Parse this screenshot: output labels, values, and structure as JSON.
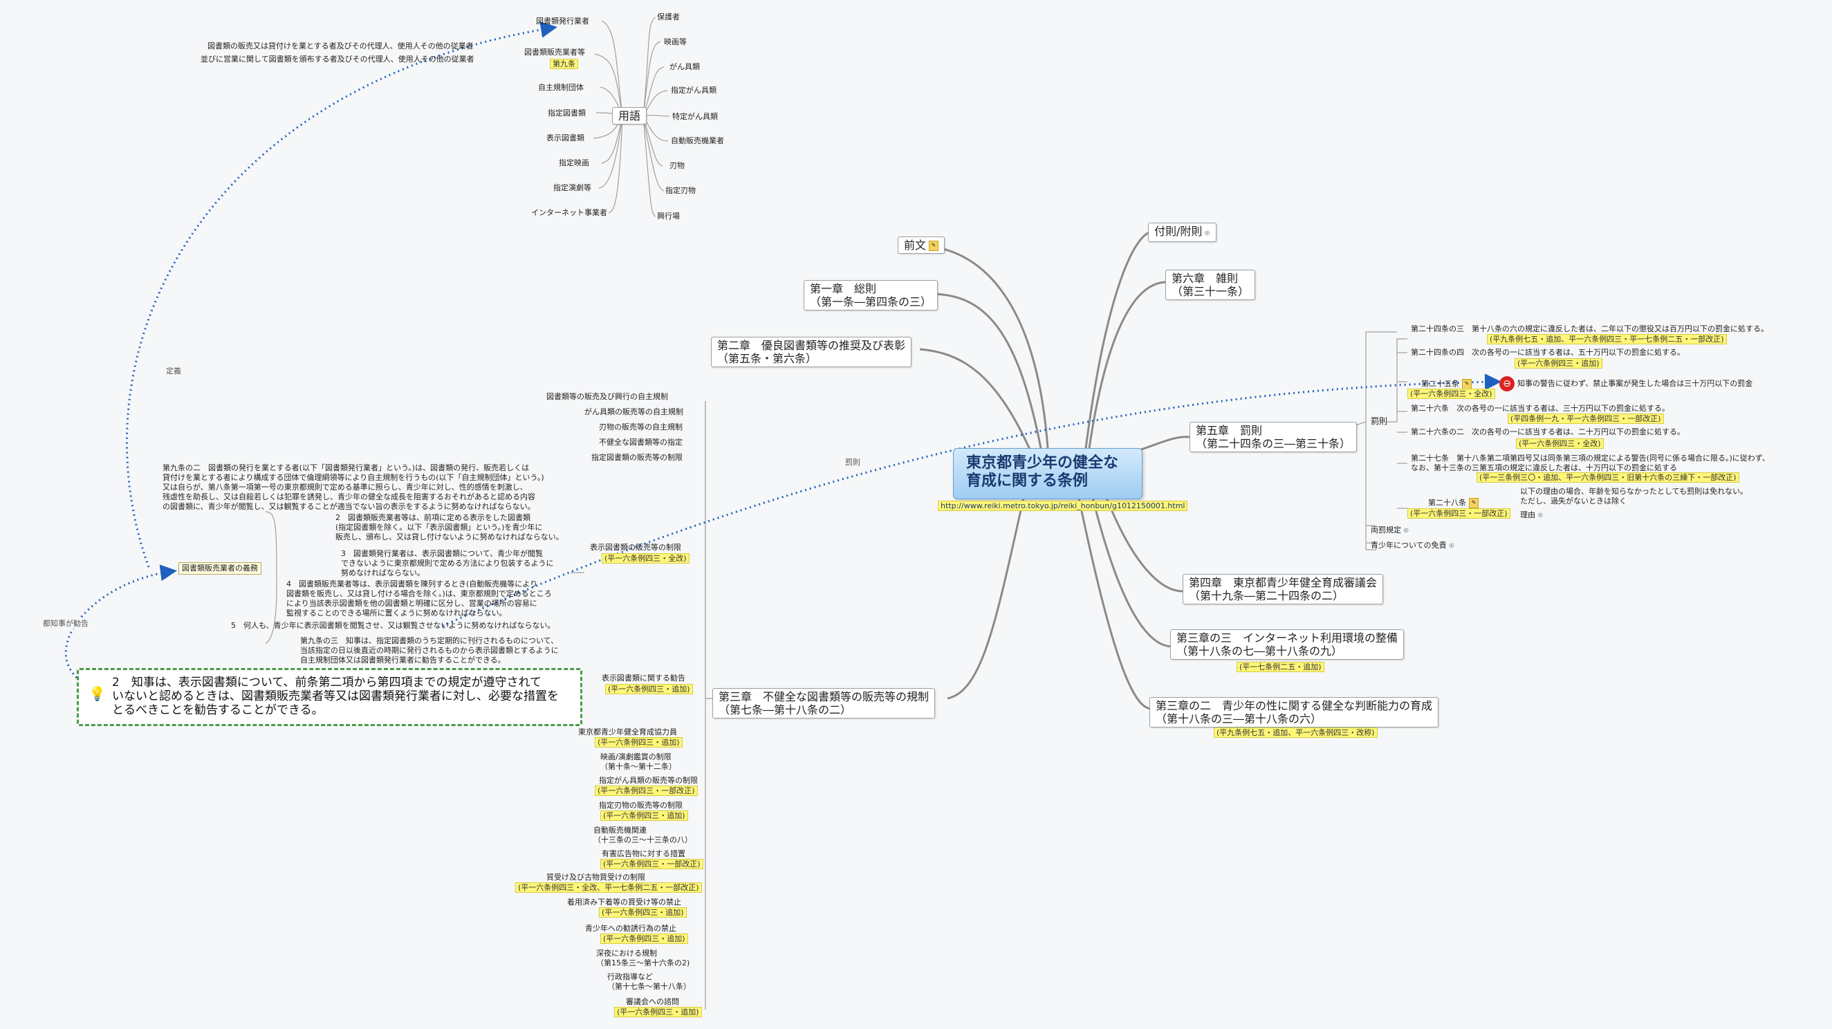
{
  "central": {
    "title": "東京都青少年の健全な\n育成に関する条例",
    "url": "http://www.reiki.metro.tokyo.jp/reiki_honbun/g1012150001.html"
  },
  "colors": {
    "central_fill": "#b8dcf7",
    "note_highlight": "#fff678",
    "relationship_line": "#1f5fbf",
    "callout_border": "#4a9a4a",
    "branch_line": "#888888"
  },
  "icons": {
    "callout_icon": "light-bulb-icon",
    "warning_icon": "no-entry-icon",
    "note_icon": "memo-icon"
  },
  "right": {
    "fusoku": "付則/附則",
    "rokusho": "第六章　雑則\n（第三十一条）",
    "gosho": "第五章　罰則\n（第二十四条の三―第三十条）",
    "penalty_label": "罰則",
    "penalties": [
      "第二十四条の三　第十八条の六の規定に違反した者は、二年以下の懲役又は百万円以下の罰金に処する。",
      "第二十四条の四　次の各号の一に該当する者は、五十万円以下の罰金に処する。",
      "第二十五条",
      "知事の警告に従わず、禁止事案が発生した場合は三十万円以下の罰金",
      "第二十六条　次の各号の一に該当する者は、三十万円以下の罰金に処する。",
      "第二十六条の二　次の各号の一に該当する者は、二十万円以下の罰金に処する。",
      "第二十七条　第十八条第二項第四号又は同条第三項の規定による警告(同号に係る場合に限る。)に従わず、\nなお、第十三条の三第五項の規定に違反した者は、十万円以下の罰金に処する",
      "第二十八条",
      "以下の理由の場合、年齢を知らなかったとしても罰則は免れない。\nただし、過失がないときは除く",
      "理由"
    ],
    "penalty_notes": [
      "(平九条例七五・追加、平一六条例四三・平一七条例二五・一部改正)",
      "(平一六条例四三・追加)",
      "(平一六条例四三・全改)",
      "(平四条例一九・平一六条例四三・一部改正)",
      "(平一六条例四三・全改)",
      "(平一三条例三〇・追加、平一六条例四三・旧第十六条の三繰下・一部改正)",
      "(平一六条例四三・一部改正)"
    ],
    "ryobatsu": "両罰規定",
    "menseki": "青少年についての免責",
    "yonsho": "第四章　東京都青少年健全育成審議会\n（第十九条―第二十四条の二）",
    "sansho3": "第三章の三　インターネット利用環境の整備\n（第十八条の七―第十八条の九）",
    "sansho3_note": "(平一七条例二五・追加)",
    "sansho2": "第三章の二　青少年の性に関する健全な判断能力の育成\n（第十八条の三―第十八条の六）",
    "sansho2_note": "(平九条例七五・追加、平一六条例四三・改称)"
  },
  "left": {
    "zenbun": "前文",
    "issho": "第一章　総則\n（第一条―第四条の三）",
    "nisho": "第二章　優良図書類等の推奨及び表彰\n（第五条・第六条）",
    "sansho": "第三章　不健全な図書類等の販売等の規制\n（第七条―第十八条の二）",
    "yogo_label": "用語",
    "yogo_left": [
      "図書類発行業者",
      "図書類販売業者等",
      "自主規制団体",
      "指定図書類",
      "表示図書類",
      "指定映画",
      "指定演劇等",
      "インターネット事業者"
    ],
    "yogo_right": [
      "保護者",
      "映画等",
      "がん具類",
      "指定がん具類",
      "特定がん具類",
      "自動販売機業者",
      "刃物",
      "指定刃物",
      "興行場"
    ],
    "dealer_notes": [
      "図書類の販売又は貸付けを業とする者及びその代理人、使用人その他の従業者",
      "並びに営業に関して図書類を頒布する者及びその代理人、使用人その他の従業者"
    ],
    "dai9jo": "第九条",
    "sansho_items_top": [
      "図書類等の販売及び興行の自主規制",
      "がん具類の販売等の自主規制",
      "刃物の販売等の自主規制",
      "不健全な図書類等の指定",
      "指定図書類の販売等の制限"
    ],
    "hyoji_seigen": "表示図書類の販売等の制限",
    "hyoji_seigen_note": "(平一六条例四三・全改)",
    "hyoji_kankoku": "表示図書類に関する勧告",
    "hyoji_kankoku_note": "(平一六条例四三・追加)",
    "sansho_items_bottom": [
      "東京都青少年健全育成協力員",
      "映画/演劇鑑賞の制限\n（第十条～第十二条）",
      "指定がん具類の販売等の制限",
      "指定刃物の販売等の制限",
      "自動販売機関連\n（十三条の三～十三条の八）",
      "有害広告物に対する措置",
      "質受け及び古物買受けの制限",
      "着用済み下着等の買受け等の禁止",
      "青少年への勧誘行為の禁止",
      "深夜における規制\n（第15条三～第十六条の2)",
      "行政指導など\n（第十七条～第十八条）",
      "審議会への諮問"
    ],
    "sansho_notes_bottom": [
      "(平一六条例四三・追加)",
      "",
      "(平一六条例四三・一部改正)",
      "(平一六条例四三・追加)",
      "",
      "(平一六条例四三・一部改正)",
      "(平一六条例四三・全改、平一七条例二五・一部改正)",
      "(平一六条例四三・追加)",
      "(平一六条例四三・追加)",
      "",
      "",
      "(平一六条例四三・追加)"
    ],
    "gimu": "図書類販売業者の義務",
    "para_9no2": "第九条の二　図書類の発行を業とする者(以下「図書類発行業者」という。)は、図書類の発行、販売若しくは\n貸付けを業とする者により構成する団体で倫理綱領等により自主規制を行うもの(以下「自主規制団体」という。)\n又は自らが、第八条第一項第一号の東京都規則で定める基準に照らし、青少年に対し、性的感情を刺激し、\n残虐性を助長し、又は自殺若しくは犯罪を誘発し、青少年の健全な成長を阻害するおそれがあると認める内容\nの図書類に、青少年が閲覧し、又は観覧することが適当でない旨の表示をするように努めなければならない。",
    "para_2": "2　図書類販売業者等は、前項に定める表示をした図書類\n(指定図書類を除く。以下「表示図書類」という。)を青少年に\n販売し、頒布し、又は貸し付けないように努めなければならない。",
    "para_3": "3　図書類発行業者は、表示図書類について、青少年が閲覧\nできないように東京都規則で定める方法により包装するように\n努めなければならない。",
    "para_4": "4　図書類販売業者等は、表示図書類を陳列するとき(自動販売機等により\n図書類を販売し、又は貸し付ける場合を除く。)は、東京都規則で定めるところ\nにより当該表示図書類を他の図書類と明確に区分し、営業の場所の容易に\n監視することのできる場所に置くように努めなければならない。",
    "para_5": "5　何人も、青少年に表示図書類を閲覧させ、又は観覧させないように努めなければならない。",
    "para_9no3": "第九条の三　知事は、指定図書類のうち定期的に刊行されるものについて、\n当該指定の日以後直近の時期に発行されるものから表示図書類とするように\n自主規制団体又は図書類発行業者に勧告することができる。",
    "callout": "2　知事は、表示図書類について、前条第二項から第四項までの規定が遵守されて\nいないと認めるときは、図書類販売業者等又は図書類発行業者に対し、必要な措置を\nとるべきことを勧告することができる。"
  },
  "relations": {
    "teigi": "定義",
    "batsusoku": "罰則",
    "kankoku": "都知事が勧告"
  }
}
